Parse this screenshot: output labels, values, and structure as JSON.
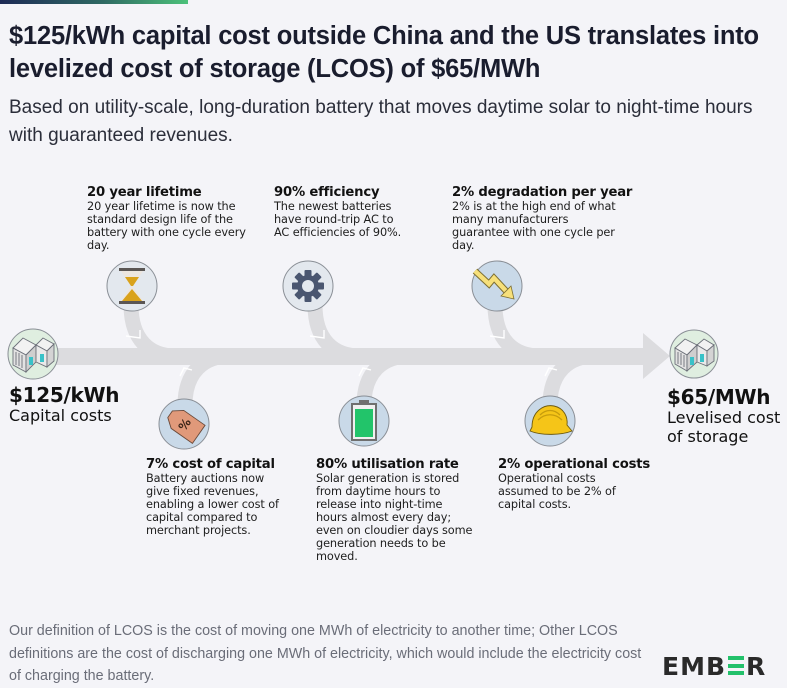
{
  "header": {
    "title": "$125/kWh capital cost outside China and the US translates into levelized cost of storage (LCOS) of $65/MWh",
    "subtitle": "Based on utility-scale, long-duration battery that moves daytime solar to night-time hours with guaranteed revenues."
  },
  "start": {
    "value": "$125/kWh",
    "label": "Capital costs",
    "icon": "battery-container-icon"
  },
  "end": {
    "value": "$65/MWh",
    "label": "Levelised cost of storage",
    "icon": "battery-container-icon"
  },
  "top_items": [
    {
      "heading": "20 year lifetime",
      "body": "20 year lifetime is now the standard design life of the battery with one cycle every day.",
      "icon": "hourglass-icon"
    },
    {
      "heading": "90% efficiency",
      "body": "The newest batteries have round-trip AC to AC efficiencies of 90%.",
      "icon": "gear-icon"
    },
    {
      "heading": "2% degradation per year",
      "body": "2% is at the high end of what many manufacturers guarantee with one cycle per day.",
      "icon": "downtrend-arrow-icon"
    }
  ],
  "bottom_items": [
    {
      "heading": "7% cost of capital",
      "body": "Battery auctions now give fixed revenues, enabling a lower cost of capital compared to merchant projects.",
      "icon": "percent-tag-icon"
    },
    {
      "heading": "80% utilisation rate",
      "body": "Solar generation is stored from daytime hours to release into night-time hours almost every day; even on cloudier days some generation needs to be moved.",
      "icon": "battery-charge-icon"
    },
    {
      "heading": "2% operational costs",
      "body": "Operational costs assumed to be 2% of capital costs.",
      "icon": "hard-hat-icon"
    }
  ],
  "footer": {
    "note": "Our definition of LCOS is the cost of moving one MWh of electricity to another time; Other LCOS definitions are the cost of discharging one MWh of electricity, which would include the electricity cost of charging the battery.",
    "logo": {
      "left": "EMB",
      "right": "R"
    }
  },
  "colors": {
    "background": "#f4f4f8",
    "flow_arrow": "#dcdcdf",
    "icon_circle_light": "#e3e8ee",
    "icon_circle_blue": "#c9d9e8",
    "hourglass_sand": "#d9a21b",
    "gear": "#4a5670",
    "trend_arrow": "#f7e07a",
    "tag": "#e0997a",
    "battery_green": "#22c46a",
    "hard_hat": "#f5c518",
    "logo_accent": "#23c16b"
  }
}
